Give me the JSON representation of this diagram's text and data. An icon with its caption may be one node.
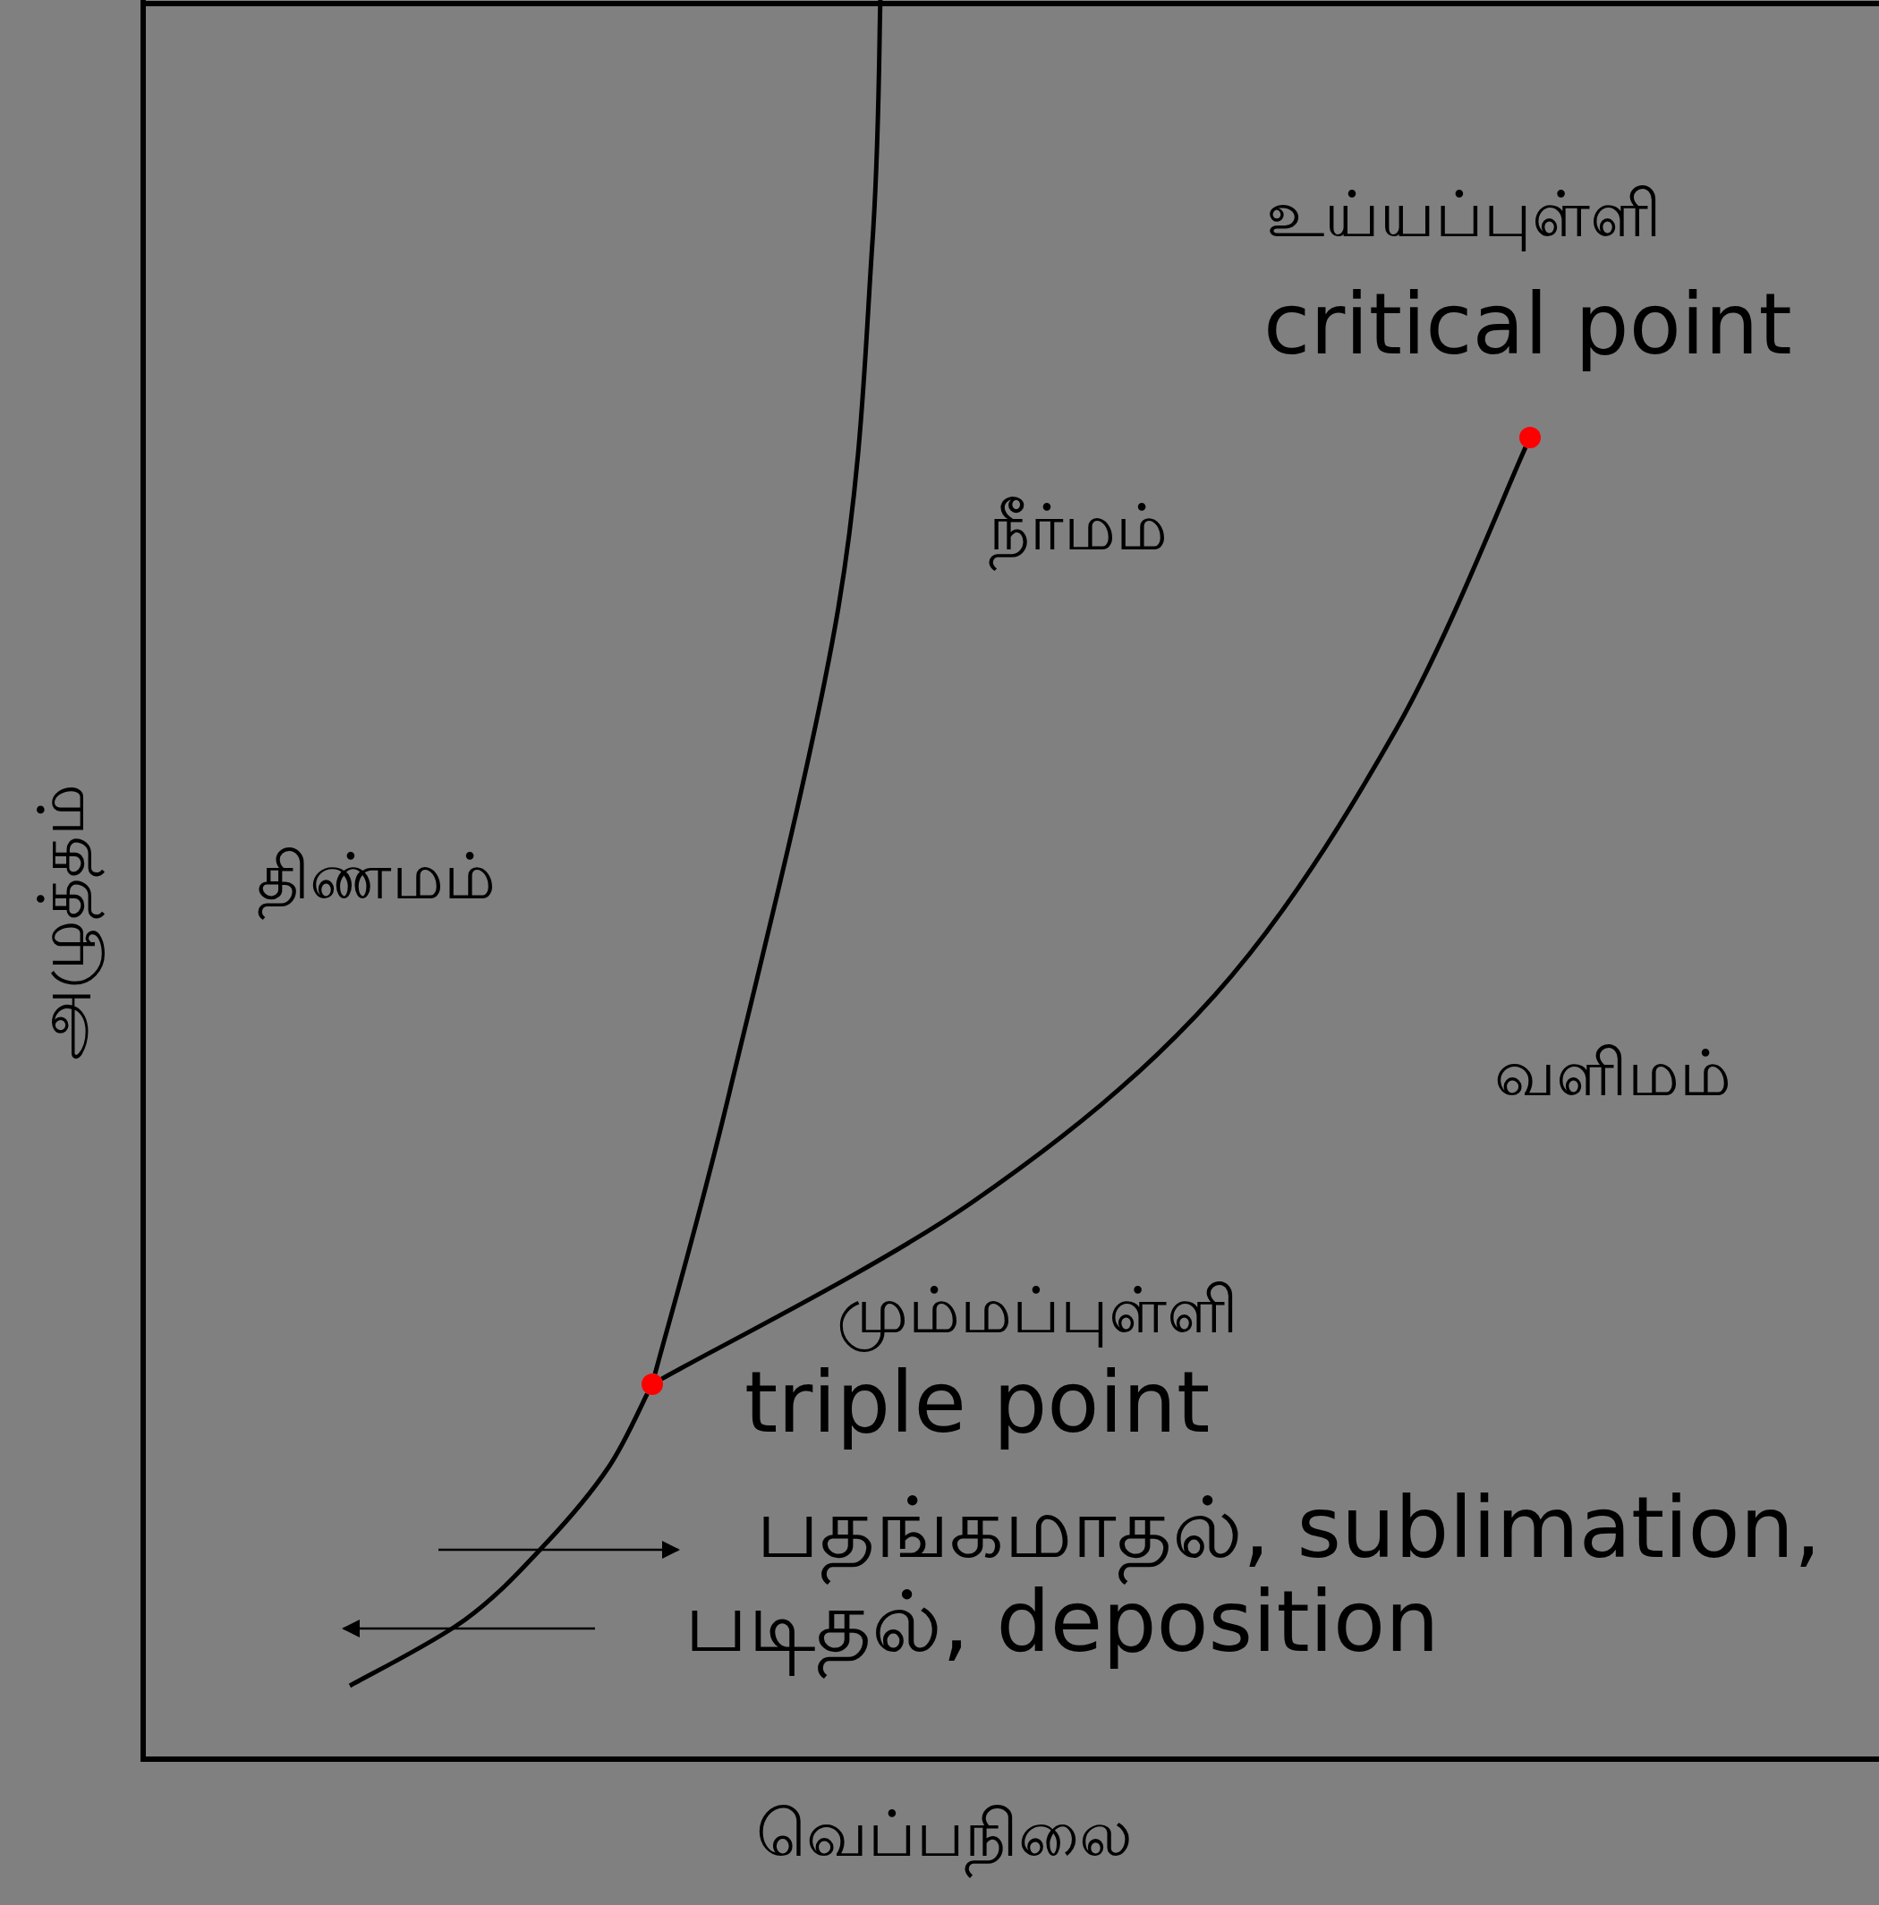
{
  "diagram": {
    "nodes": [
      {
        "text": [],
        "shape": "circle",
        "beside": [
          "உய்யப்புள்ளி",
          "critical point"
        ]
      },
      {
        "text": [],
        "shape": "circle",
        "beside": [
          "மும்மப்புள்ளி",
          "triple point"
        ]
      }
    ],
    "edges": [
      {
        "from": 1,
        "to": 0,
        "arrow": "none"
      },
      {
        "from": 1,
        "to": null,
        "arrow": "none"
      },
      {
        "from": null,
        "to": 1,
        "arrow": "none"
      }
    ],
    "labels": [
      "நீர்மம்",
      "அழுத்தம்",
      "திண்மம்",
      "வளிமம்",
      "பதங்கமாதல், sublimation,",
      "படிதல், deposition",
      "வெப்பநிலை"
    ]
  }
}
